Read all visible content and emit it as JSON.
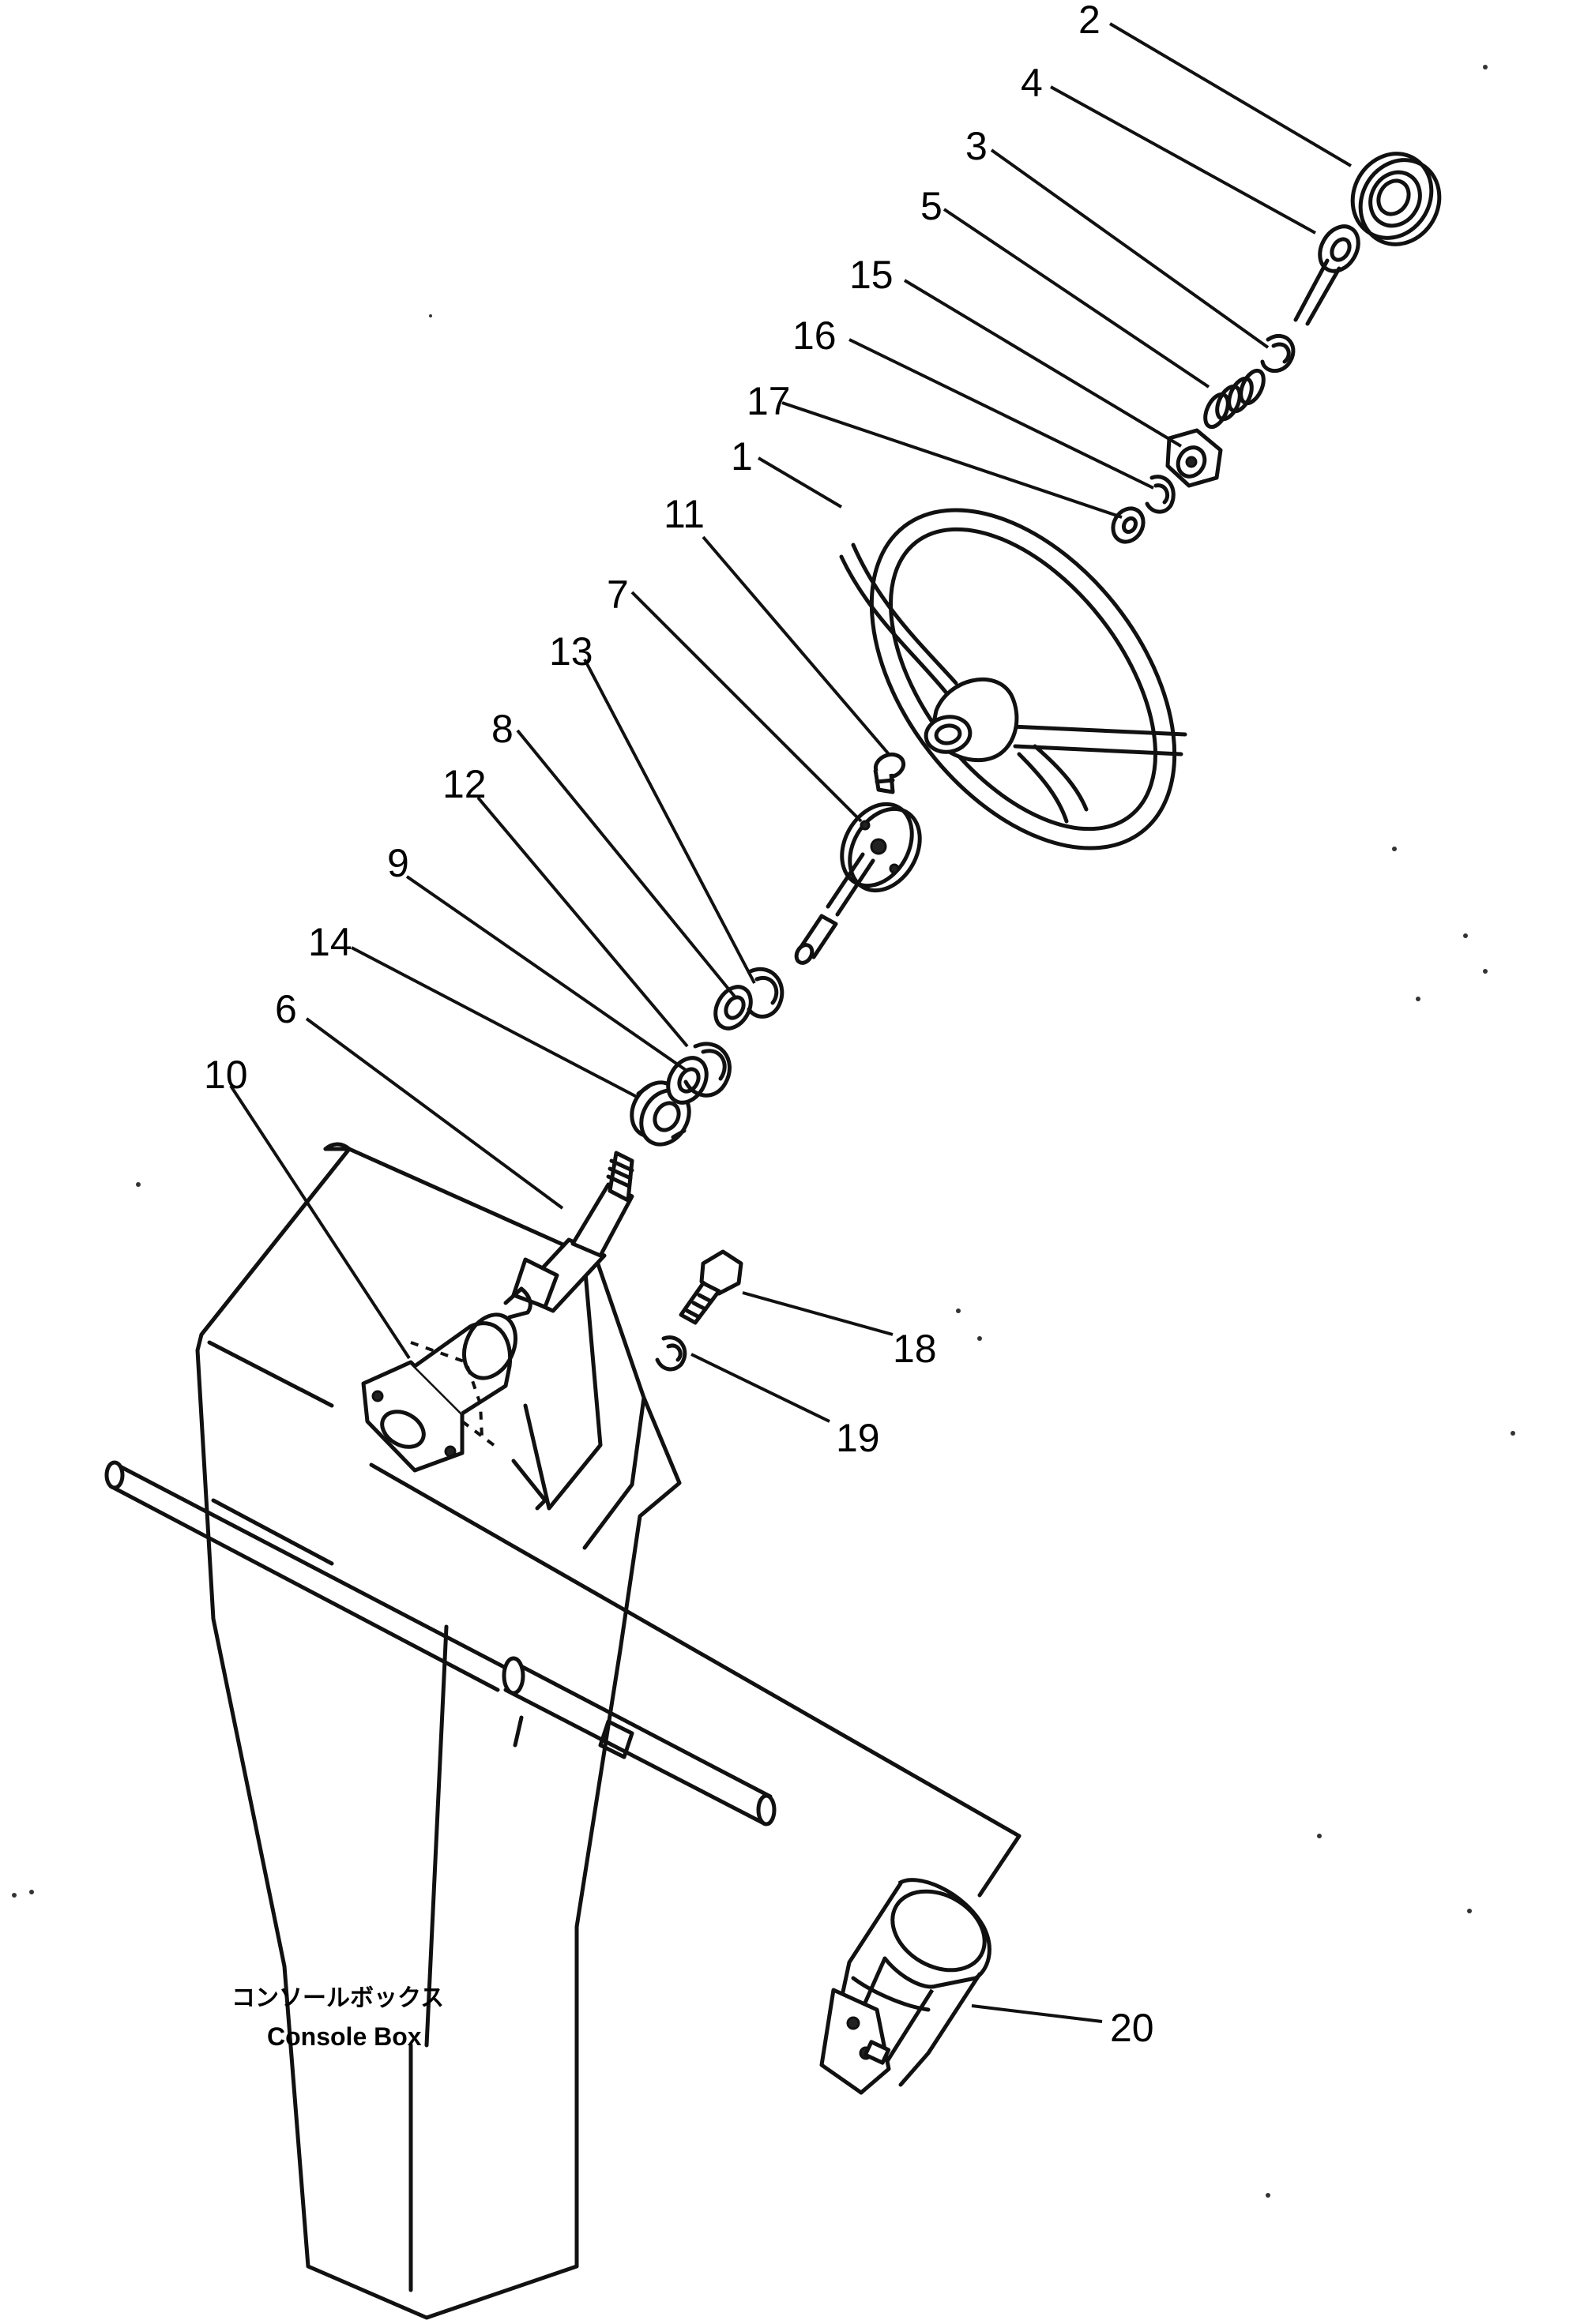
{
  "callouts": {
    "p1": "1",
    "p2": "2",
    "p3": "3",
    "p4": "4",
    "p5": "5",
    "p6": "6",
    "p7": "7",
    "p8": "8",
    "p9": "9",
    "p10": "10",
    "p11": "11",
    "p12": "12",
    "p13": "13",
    "p14": "14",
    "p15": "15",
    "p16": "16",
    "p17": "17",
    "p18": "18",
    "p19": "19",
    "p20": "20"
  },
  "labels": {
    "console_box_ja": "コンソールボックス",
    "console_box_en": "Console Box"
  }
}
